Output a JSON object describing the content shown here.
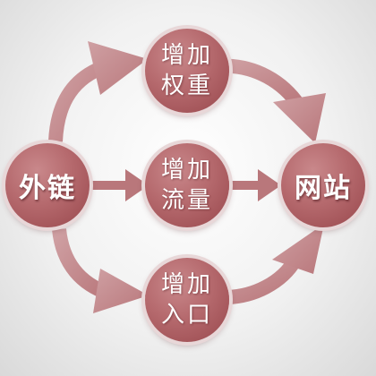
{
  "nodes": {
    "source": {
      "label": "外链"
    },
    "top": {
      "line1": "增加",
      "line2": "权重"
    },
    "middle": {
      "line1": "增加",
      "line2": "流量"
    },
    "bottom": {
      "line1": "增加",
      "line2": "入口"
    },
    "target": {
      "label": "网站"
    }
  },
  "colors": {
    "node_fill": "#b5696d",
    "node_highlight": "#c9888b",
    "node_shadow": "#98474c",
    "node_ring": "#e8d7d8",
    "arrow": "#c08a8d",
    "text": "#ffffff",
    "background": "#f1f1f1"
  }
}
